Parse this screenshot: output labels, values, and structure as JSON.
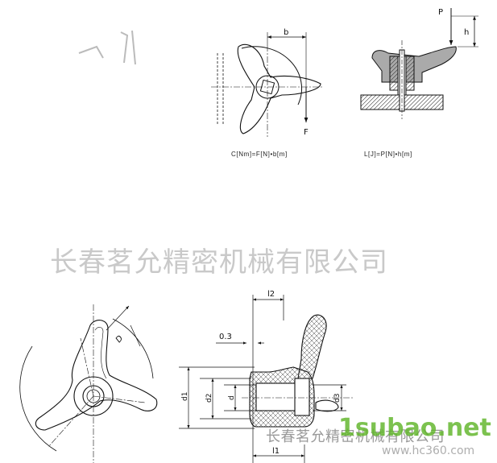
{
  "torque_diagram": {
    "dimension_label": "b",
    "force_label": "F",
    "formula": "C[Nm]=F[N]•b[m]"
  },
  "work_diagram": {
    "force_label": "P",
    "dimension_label": "h",
    "formula": "L[J]=P[N]•h[m]"
  },
  "company_name": "长春茗允精密机械有限公司",
  "front_view": {
    "diameter_label": "D"
  },
  "section_view": {
    "offset_label": "0.3",
    "top_length_label": "l2",
    "bottom_length_label": "l1",
    "diameter_labels": [
      "d1",
      "d2",
      "d",
      "d3"
    ]
  },
  "watermark": {
    "brand": "1subao.net",
    "company_overlay": "长春茗允精密机械有限公司",
    "site": "www.hc360.com"
  }
}
